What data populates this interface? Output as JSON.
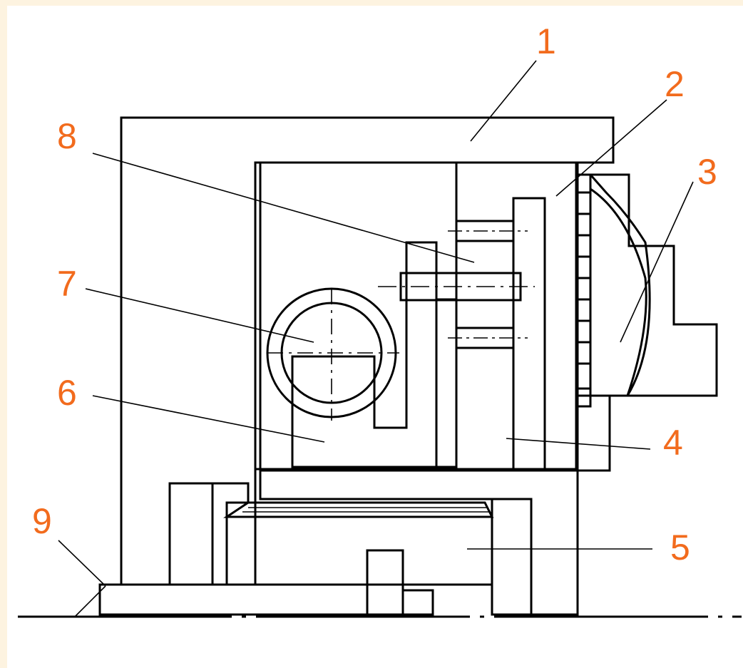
{
  "diagram": {
    "callouts": [
      {
        "id": "1",
        "label": "1"
      },
      {
        "id": "2",
        "label": "2"
      },
      {
        "id": "3",
        "label": "3"
      },
      {
        "id": "4",
        "label": "4"
      },
      {
        "id": "5",
        "label": "5"
      },
      {
        "id": "6",
        "label": "6"
      },
      {
        "id": "7",
        "label": "7"
      },
      {
        "id": "8",
        "label": "8"
      },
      {
        "id": "9",
        "label": "9"
      }
    ],
    "colors": {
      "background": "#fdf3e0",
      "paper": "#ffffff",
      "lines": "#000000",
      "callout_text": "#f26b1d"
    }
  }
}
